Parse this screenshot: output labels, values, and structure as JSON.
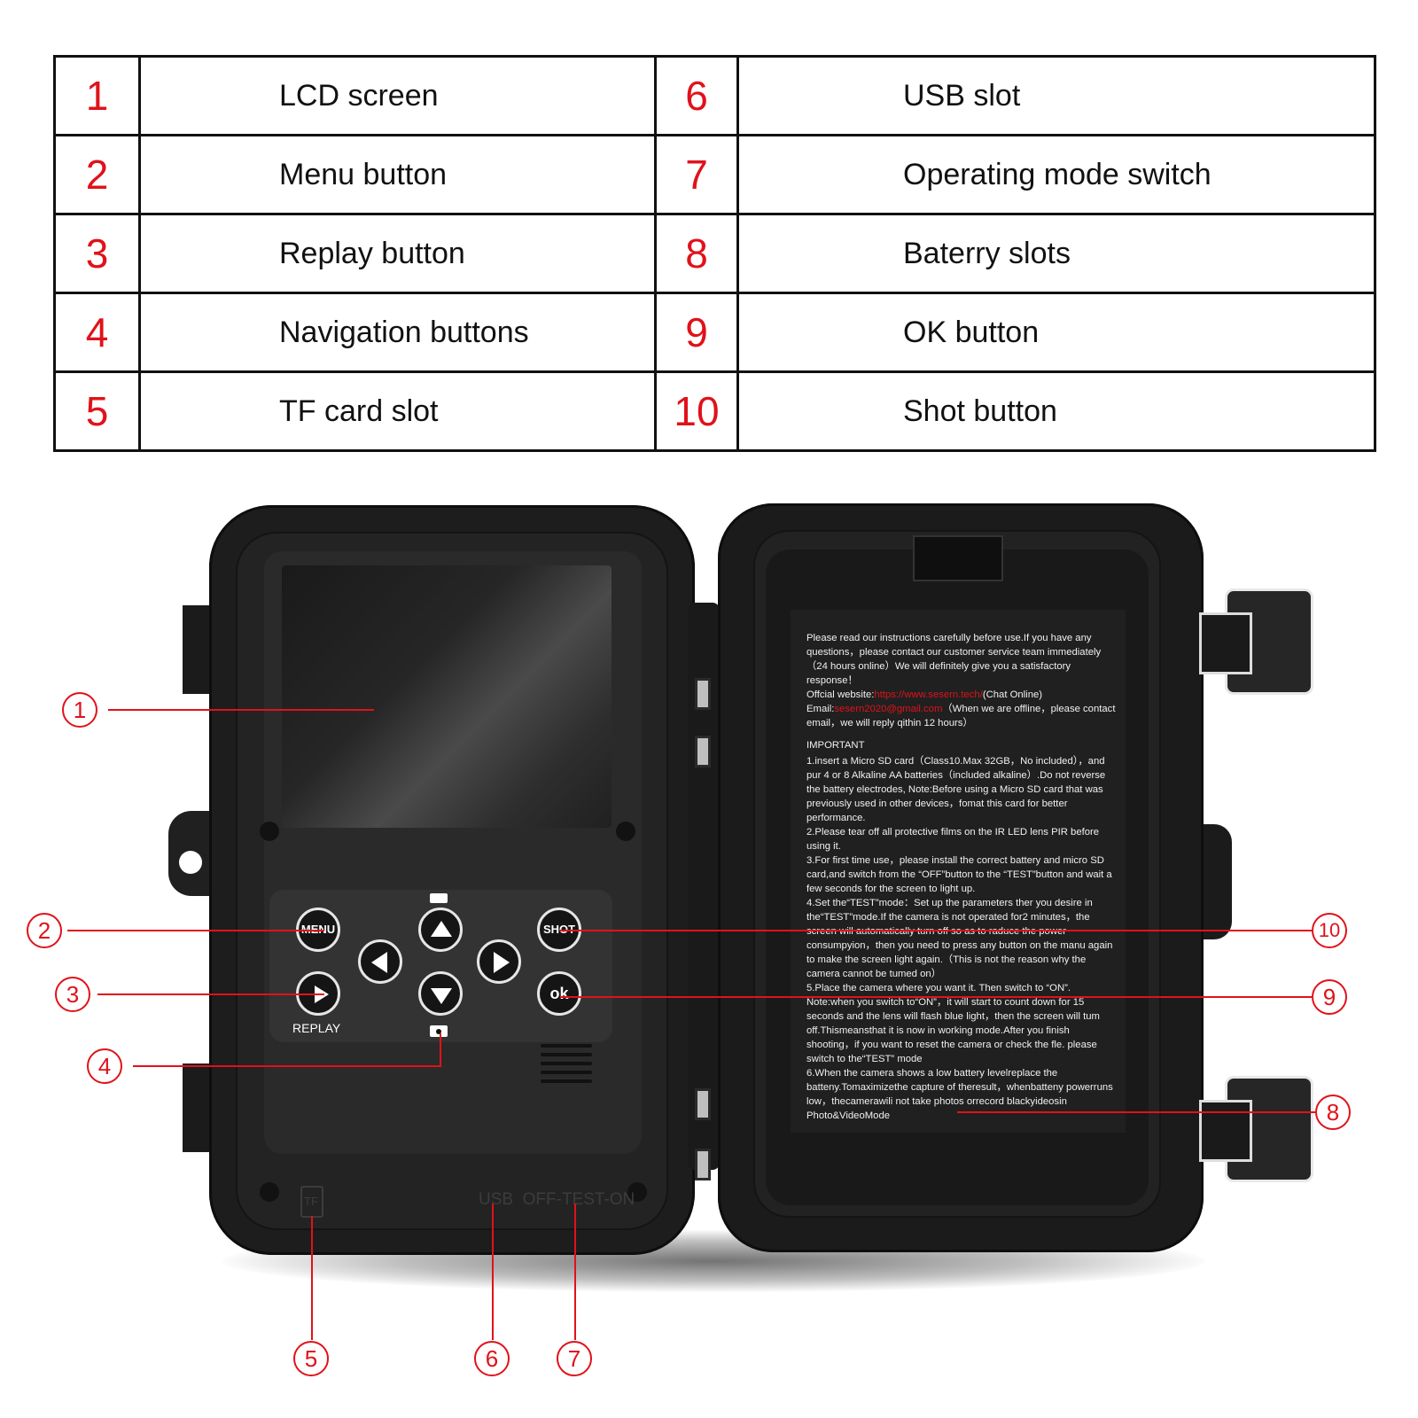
{
  "legend": [
    {
      "left_num": "1",
      "left_label": "LCD screen",
      "right_num": "6",
      "right_label": "USB slot"
    },
    {
      "left_num": "2",
      "left_label": "Menu button",
      "right_num": "7",
      "right_label": "Operating mode switch"
    },
    {
      "left_num": "3",
      "left_label": "Replay button",
      "right_num": "8",
      "right_label": "Baterry slots"
    },
    {
      "left_num": "4",
      "left_label": "Navigation buttons",
      "right_num": "9",
      "right_label": "OK button"
    },
    {
      "left_num": "5",
      "left_label": "TF card slot",
      "right_num": "10",
      "right_label": "Shot button"
    }
  ],
  "keypad": {
    "menu": "MENU",
    "shot": "SHOT",
    "ok": "ok",
    "replay": "REPLAY"
  },
  "body_marks": {
    "tf": "TF",
    "ports": "USB  OFF-TEST-ON"
  },
  "instructions": {
    "intro": "Please read our instructions carefully before use.If you have any questions，please contact our customer service team immediately（24 hours online）We will definitely give you a satisfactory response！",
    "website_prefix": "Offcial website:",
    "website": "https://www.sesern.tech/",
    "website_suffix": "(Chat Online)",
    "email_prefix": "Email:",
    "email": "sesern2020@gmail.com",
    "email_suffix": "（When we are offline，please contact email，we will reply qithin 12 hours）",
    "heading": "IMPORTANT",
    "steps": [
      "1.insert a Micro SD card（Class10.Max 32GB，No included），and pur 4 or 8 Alkaline AA batteries（included alkaline）.Do not reverse the battery electrodes, Note:Before using a Micro SD card that was previously used in other devices，fomat this card for better performance.",
      "2.Please tear off all protective films on the IR LED lens PIR before using it.",
      "3.For first time use，please install the correct battery and micro SD card,and switch from the “OFF”button to the “TEST”button and wait a few seconds for the screen to light up.",
      "4.Set the“TEST”mode：Set up the parameters ther you desire in the“TEST”mode.If the camera is not operated for2 minutes，the screen will automatically turn off so as to raduce the power consumpyion，then you need to press any button on the manu again to make the screen light again.（This is not the reason why the camera cannot be tumed on）",
      "5.Place the camera where you want it. Then switch to “ON”. Note:when you switch to“ON”，it will start to count down for 15 seconds and the lens will flash blue light，then the screen will tum off.Thismeansthat it is now in working mode.After you finish shooting，if you want to reset the camera or check the fle. please switch to the“TEST” mode",
      "6.When the camera shows a low battery levelreplace the batteny.Tomaximizethe capture of theresult，whenbatteny powerruns low，thecamerawili not take photos orrecord blackyideosin Photo&VideoMode"
    ]
  },
  "callouts": [
    "1",
    "2",
    "3",
    "4",
    "5",
    "6",
    "7",
    "8",
    "9",
    "10"
  ],
  "colors": {
    "accent": "#e0121a",
    "body": "#1d1d1d"
  }
}
